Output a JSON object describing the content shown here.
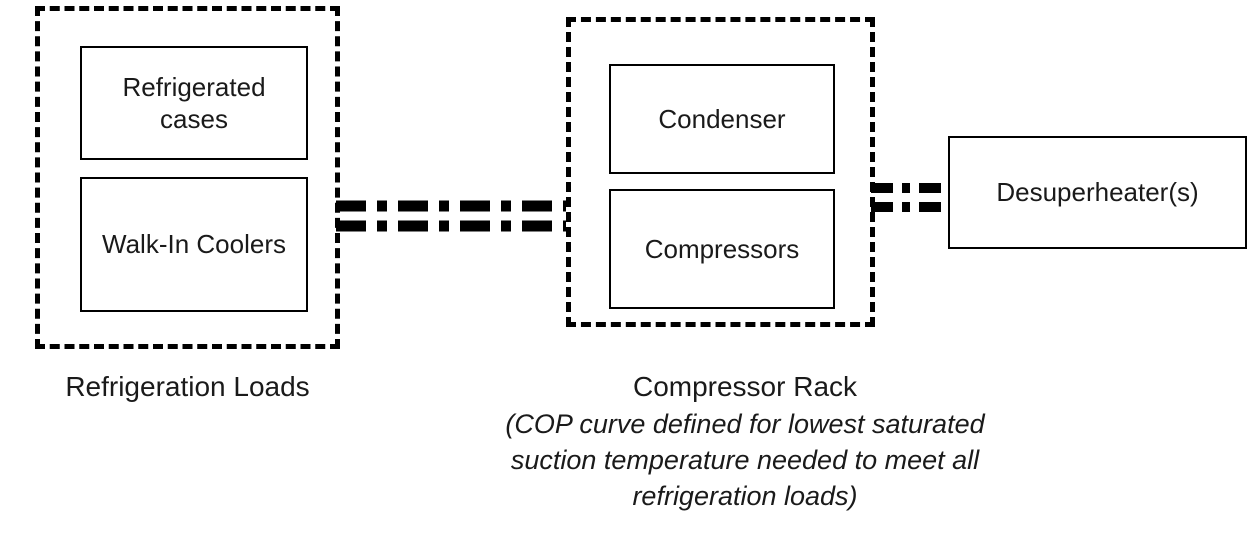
{
  "diagram": {
    "groups": {
      "refrigeration_loads": {
        "caption": "Refrigeration Loads",
        "nodes": {
          "refrigerated_cases": "Refrigerated cases",
          "walk_in_coolers": "Walk-In Coolers"
        }
      },
      "compressor_rack": {
        "caption": "Compressor Rack",
        "note_lines": [
          "(COP curve defined for lowest saturated",
          "suction temperature needed to meet all",
          "refrigeration loads)"
        ],
        "nodes": {
          "condenser": "Condenser",
          "compressors": "Compressors"
        }
      }
    },
    "nodes": {
      "desuperheater": "Desuperheater(s)"
    },
    "colors": {
      "line": "#000000",
      "background": "#ffffff"
    }
  }
}
